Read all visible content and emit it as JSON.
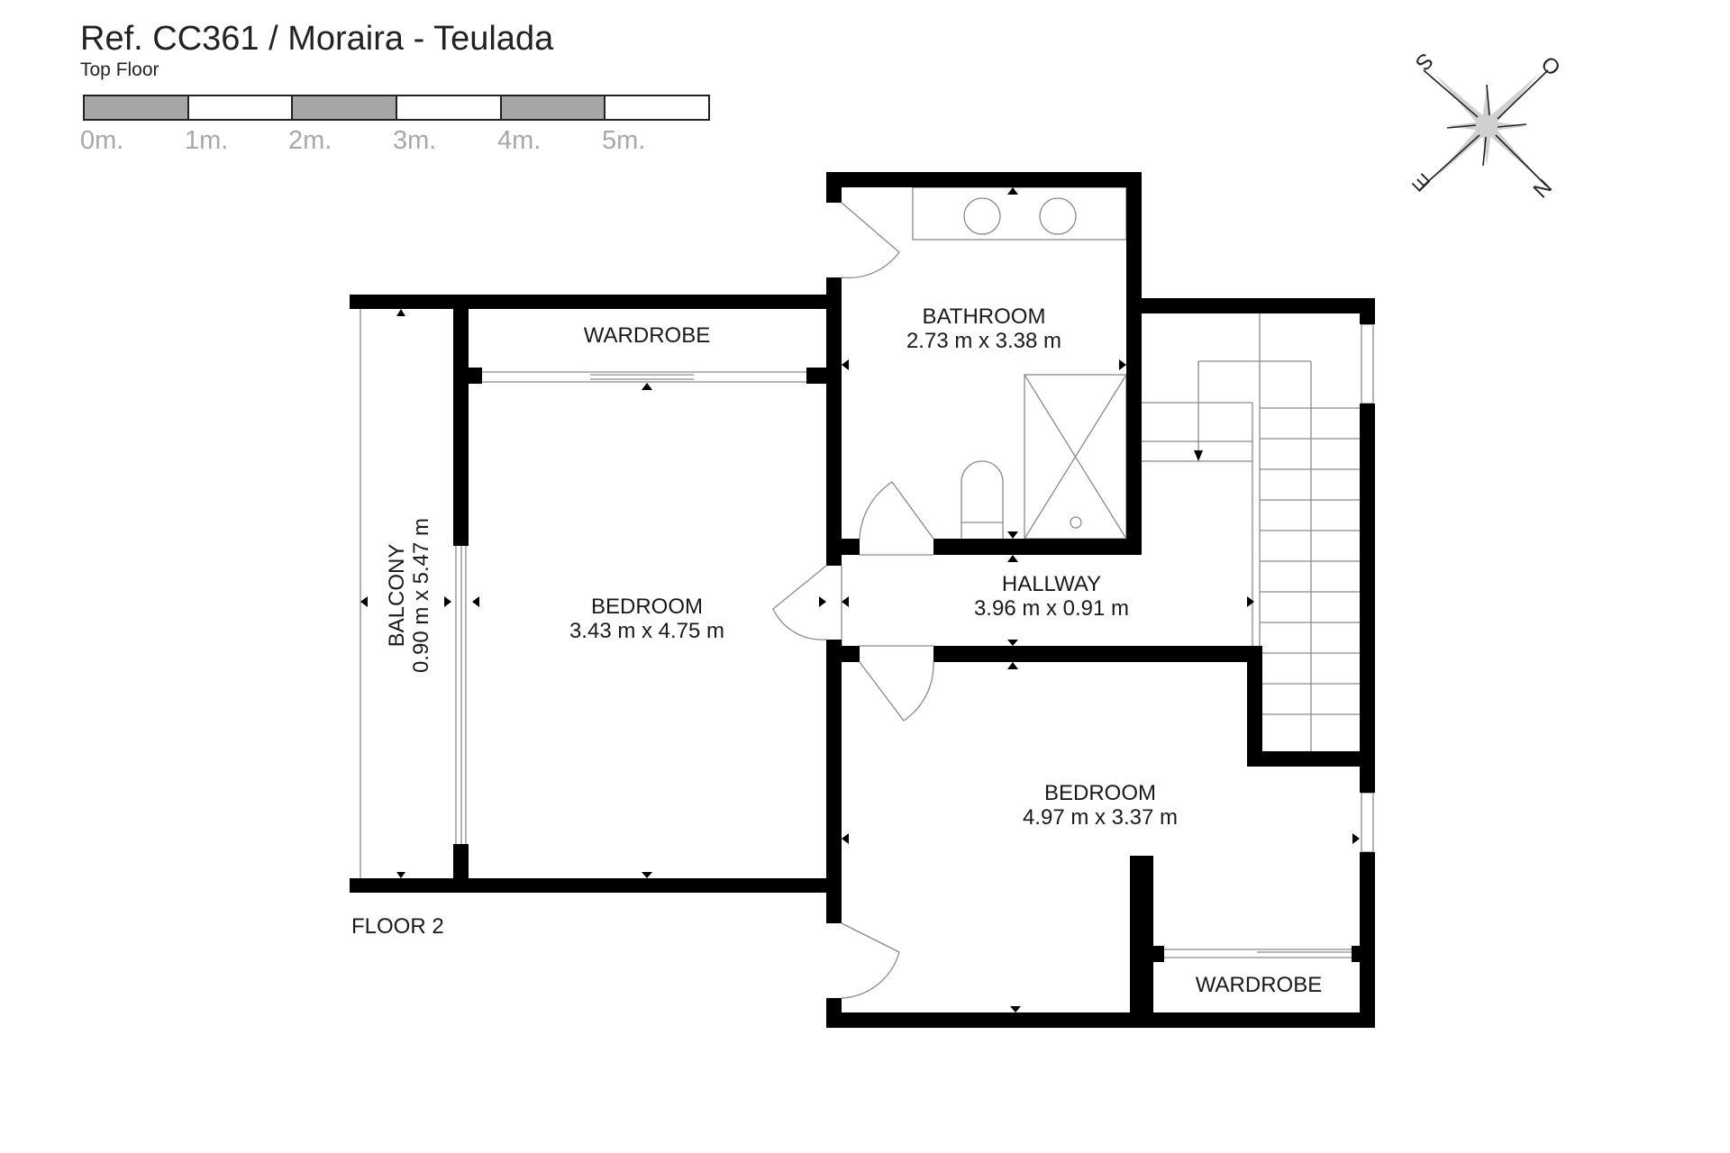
{
  "header": {
    "title": "Ref. CC361 / Moraira - Teulada",
    "subtitle": "Top Floor"
  },
  "scale_bar": {
    "segments": [
      {
        "fill": "#a6a6a6"
      },
      {
        "fill": "#ffffff"
      },
      {
        "fill": "#a6a6a6"
      },
      {
        "fill": "#ffffff"
      },
      {
        "fill": "#a6a6a6"
      },
      {
        "fill": "#ffffff"
      }
    ],
    "labels": [
      "0m.",
      "1m.",
      "2m.",
      "3m.",
      "4m.",
      "5m."
    ]
  },
  "compass": {
    "labels": {
      "top_left": "S",
      "top_right": "O",
      "bottom_left": "E",
      "bottom_right": "N"
    },
    "star_color": "#d0d0d0"
  },
  "floor_label": "FLOOR 2",
  "rooms": [
    {
      "id": "wardrobe-1",
      "name": "WARDROBE",
      "dimensions": ""
    },
    {
      "id": "bathroom",
      "name": "BATHROOM",
      "dimensions": "2.73 m x 3.38 m"
    },
    {
      "id": "bedroom-1",
      "name": "BEDROOM",
      "dimensions": "3.43 m x 4.75 m"
    },
    {
      "id": "balcony",
      "name": "BALCONY",
      "dimensions": "0.90 m x 5.47 m"
    },
    {
      "id": "hallway",
      "name": "HALLWAY",
      "dimensions": "3.96 m x 0.91 m"
    },
    {
      "id": "bedroom-2",
      "name": "BEDROOM",
      "dimensions": "4.97 m x 3.37 m"
    },
    {
      "id": "wardrobe-2",
      "name": "WARDROBE",
      "dimensions": ""
    }
  ],
  "colors": {
    "wall": "#000000",
    "line": "#8a8a8a",
    "scale_label": "#a8a8a8"
  }
}
